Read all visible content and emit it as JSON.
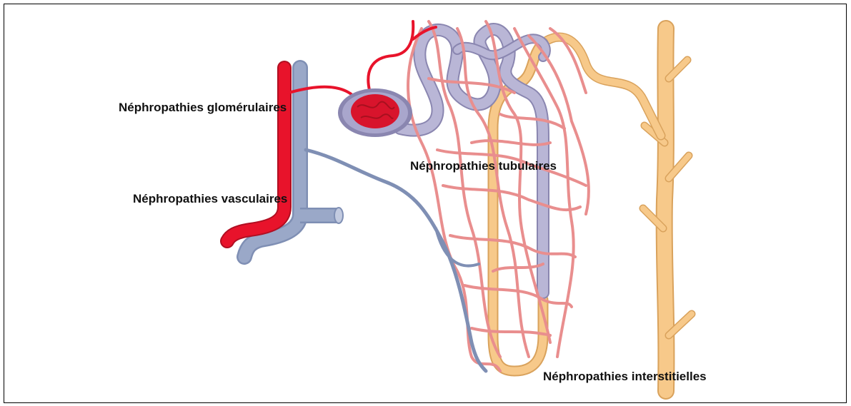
{
  "colors": {
    "artery": "#e8132b",
    "vein": "#9aa8c8",
    "vein_dark": "#7f8fb4",
    "capillary": "#e98e8e",
    "tubule": "#b9b6d6",
    "tubule_outline": "#8a86b0",
    "collecting_duct": "#f7c98a",
    "collecting_duct_outline": "#d9a25c",
    "glomerulus": "#d8142c",
    "capsule": "#a9a6cc",
    "label_text": "#111111"
  },
  "labels": {
    "glomerular": "Néphropathies glomérulaires",
    "vascular": "Néphropathies vasculaires",
    "tubular": "Néphropathies tubulaires",
    "interstitial": "Néphropathies interstitielles"
  }
}
